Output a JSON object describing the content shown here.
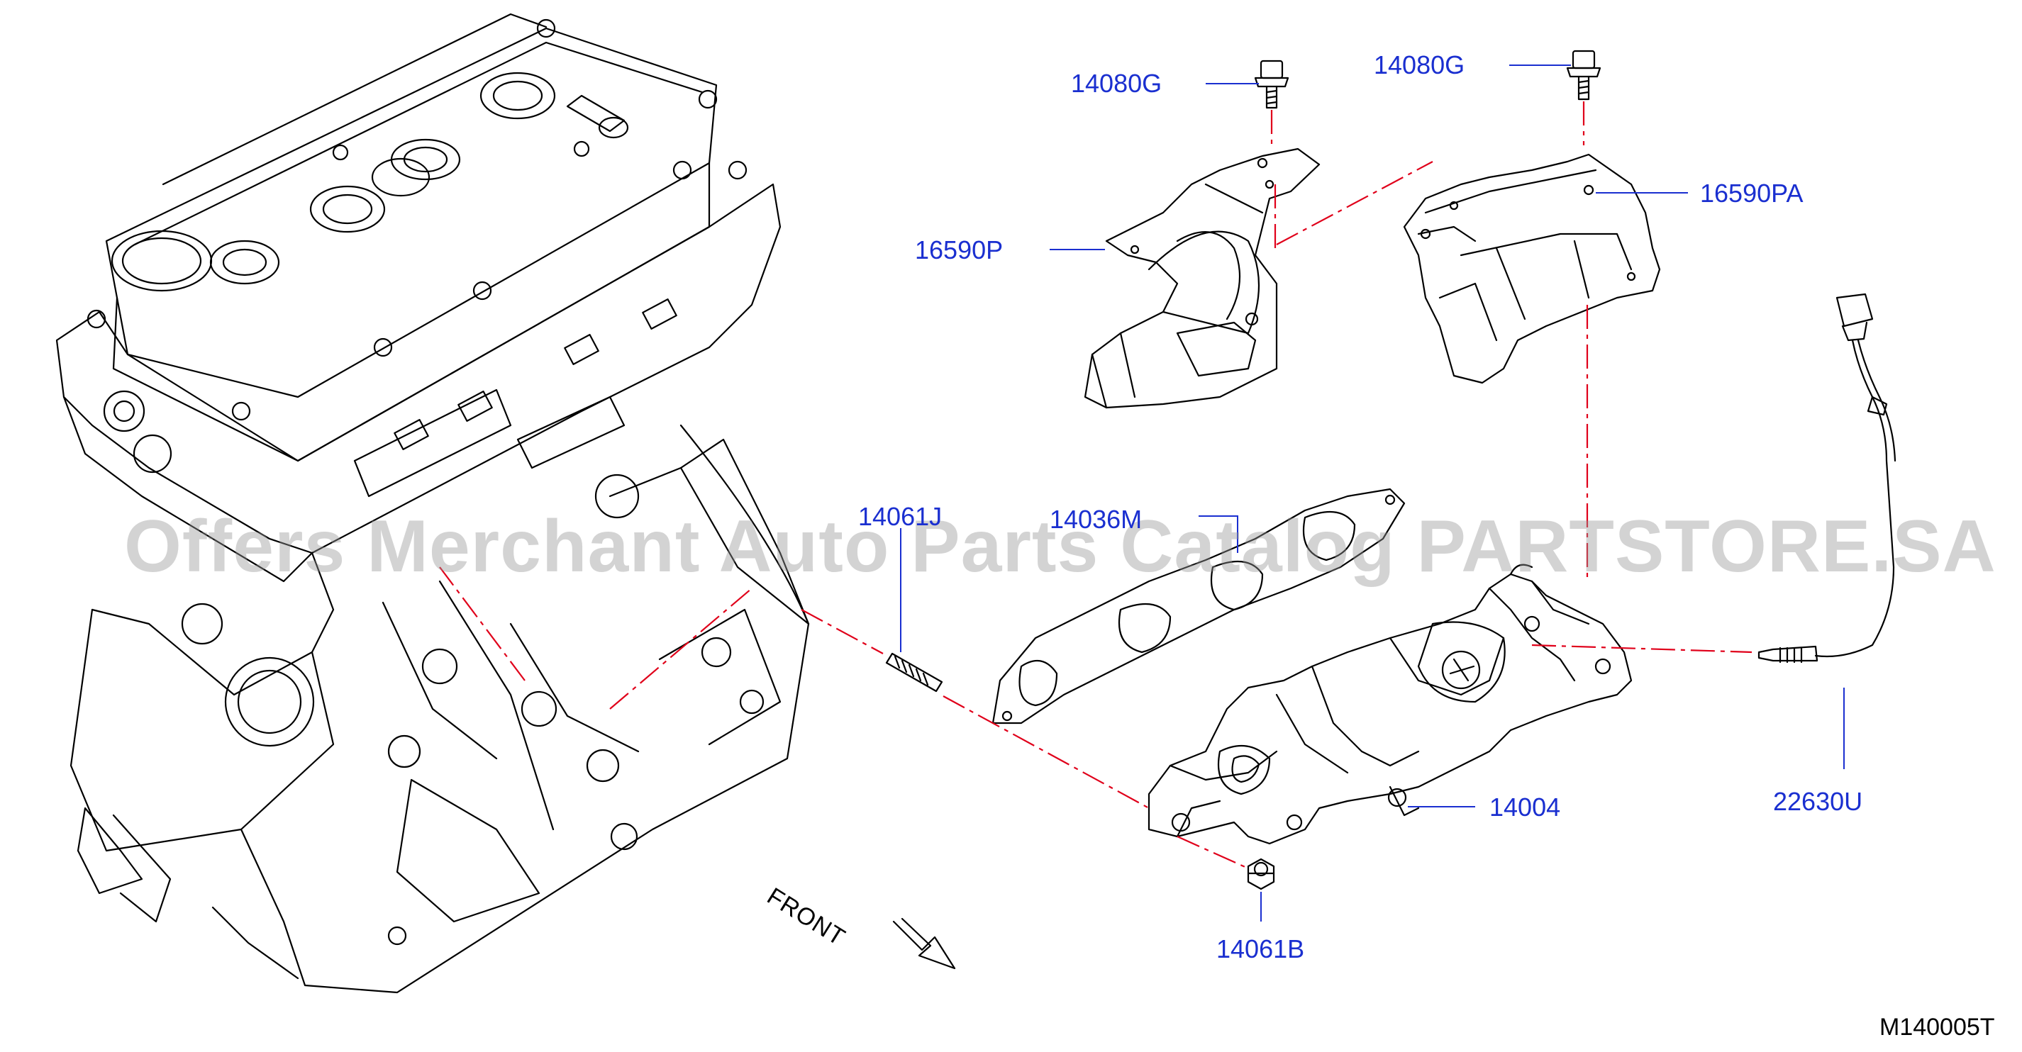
{
  "diagram": {
    "part_labels": {
      "bolt_left": "14080G",
      "bolt_right": "14080G",
      "heat_shield_left": "16590P",
      "heat_shield_right": "16590PA",
      "stud": "14061J",
      "gasket": "14036M",
      "manifold": "14004",
      "nut": "14061B",
      "sensor": "22630U"
    },
    "front_label": "FRONT",
    "diagram_code": "M140005T",
    "watermark": "Offers Merchant Auto Parts Catalog PARTSTORE.SA"
  },
  "colors": {
    "label": "#1a2fd0",
    "callout_line": "#1a2fd0",
    "centerline": "#e0001a",
    "drawing": "#000000"
  }
}
